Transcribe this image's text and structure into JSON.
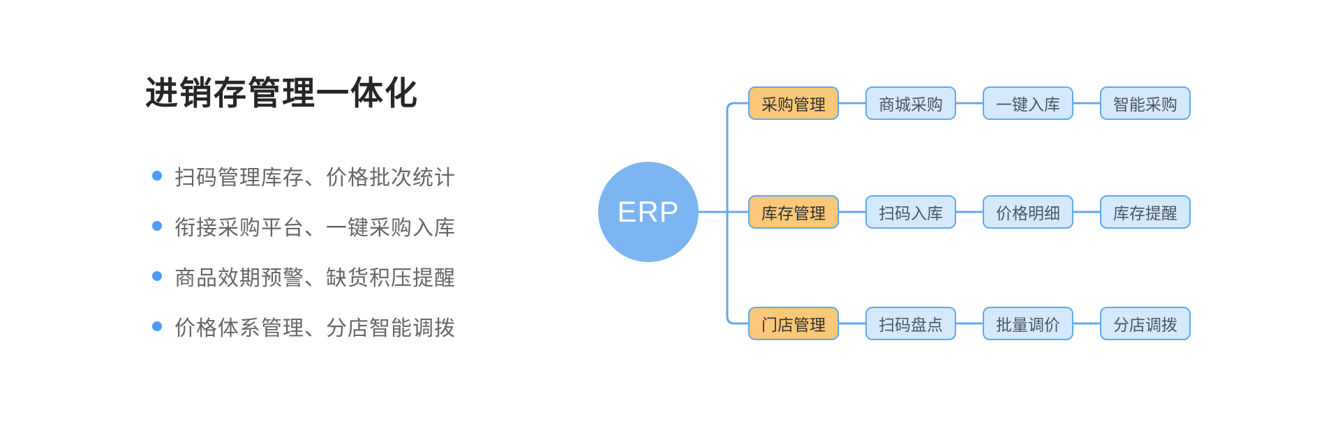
{
  "left_panel": {
    "title": "进销存管理一体化",
    "bullets": [
      "扫码管理库存、价格批次统计",
      "衔接采购平台、一键采购入库",
      "商品效期预警、缺货积压提醒",
      "价格体系管理、分店智能调拨"
    ]
  },
  "diagram": {
    "root_label": "ERP",
    "branches": [
      {
        "label": "采购管理",
        "children": [
          "商城采购",
          "一键入库",
          "智能采购"
        ]
      },
      {
        "label": "库存管理",
        "children": [
          "扫码入库",
          "价格明细",
          "库存提醒"
        ]
      },
      {
        "label": "门店管理",
        "children": [
          "扫码盘点",
          "批量调价",
          "分店调拨"
        ]
      }
    ]
  },
  "colors": {
    "accent_blue": "#5EA9F0",
    "root_circle": "#7CB5F2",
    "branch_fill": "#FAC878",
    "child_fill": "#D5E9FC",
    "bullet_dot": "#4A9EF5",
    "title_text": "#262626",
    "bullet_text": "#666666"
  }
}
